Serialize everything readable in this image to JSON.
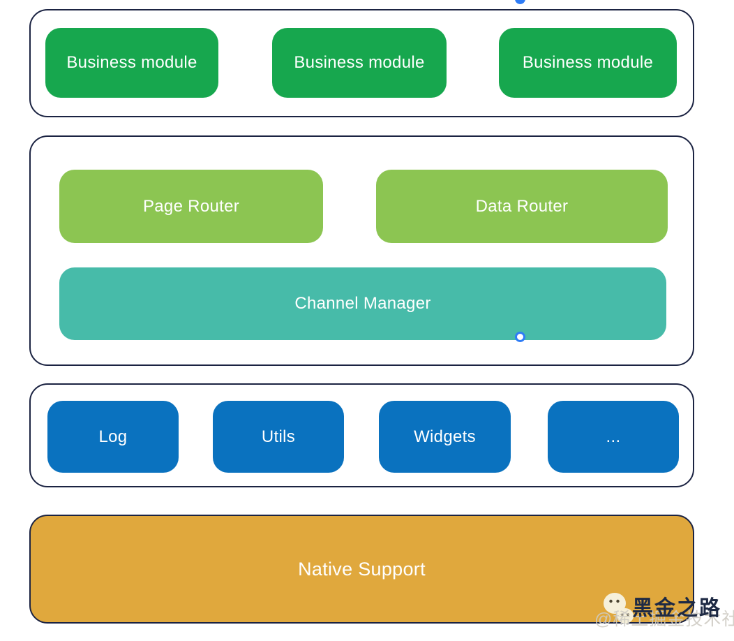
{
  "diagram": {
    "business_layer": {
      "modules": [
        {
          "label": "Business module"
        },
        {
          "label": "Business module"
        },
        {
          "label": "Business module"
        }
      ]
    },
    "router_layer": {
      "page_router_label": "Page Router",
      "data_router_label": "Data Router",
      "channel_manager_label": "Channel Manager"
    },
    "base_layer": {
      "items": [
        {
          "label": "Log"
        },
        {
          "label": "Utils"
        },
        {
          "label": "Widgets"
        },
        {
          "label": "..."
        }
      ]
    },
    "native_layer": {
      "label": "Native Support"
    }
  },
  "colors": {
    "business_green": "#17a74e",
    "router_light_green": "#8cc552",
    "channel_teal": "#47bba9",
    "base_blue": "#0a72bf",
    "native_orange": "#e0a83d",
    "container_border_navy": "#1b2342",
    "selection_handle_blue": "#2e7cf6",
    "label_text": "#ffffff"
  },
  "selection": {
    "handles": [
      "top-edge-handle",
      "channel-manager-bottom-handle"
    ]
  },
  "watermark": {
    "icon": "wechat-icon",
    "brand": "黑金之路",
    "community": "@稀土掘金技术社区"
  }
}
